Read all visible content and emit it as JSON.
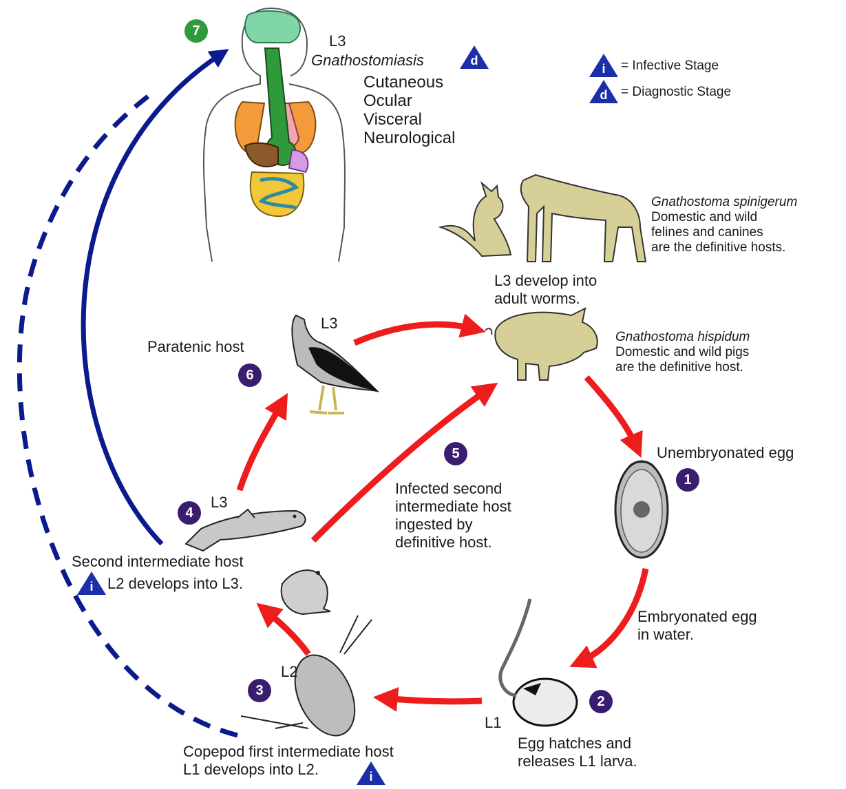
{
  "legend": {
    "infective": {
      "symbol": "i",
      "text": "= Infective Stage"
    },
    "diagnostic": {
      "symbol": "d",
      "text": "= Diagnostic Stage"
    }
  },
  "stages": {
    "s1": {
      "number": "1",
      "label": "Unembryonated egg"
    },
    "s2": {
      "number": "2",
      "line1": "Egg hatches and",
      "line2": "releases L1 larva.",
      "larva": "L1"
    },
    "s3": {
      "number": "3",
      "line1": "Copepod first intermediate host",
      "line2": "L1 develops into L2.",
      "larva": "L2",
      "marker": "i"
    },
    "s4": {
      "number": "4",
      "line1": "Second intermediate host",
      "line2": "L2 develops into L3.",
      "larva": "L3",
      "marker": "i"
    },
    "s5": {
      "number": "5",
      "lines": [
        "Infected second",
        "intermediate host",
        "ingested by",
        "definitive host."
      ]
    },
    "s6": {
      "number": "6",
      "label": "Paratenic host",
      "larva": "L3"
    },
    "s7": {
      "number": "7"
    }
  },
  "human": {
    "larva": "L3",
    "disease": "Gnathostomiasis",
    "marker": "d",
    "forms": [
      "Cutaneous",
      "Ocular",
      "Visceral",
      "Neurological"
    ]
  },
  "definitive": {
    "spinigerum": {
      "species": "Gnathostoma spinigerum",
      "lines": [
        "Domestic and wild",
        "felines and canines",
        "are the definitive hosts."
      ]
    },
    "develop": {
      "line1": "L3 develop into",
      "line2": "adult worms."
    },
    "hispidum": {
      "species": "Gnathostoma hispidum",
      "lines": [
        "Domestic and wild pigs",
        "are the definitive host."
      ]
    }
  },
  "embryonated": {
    "line1": "Embryonated egg",
    "line2": "in water."
  },
  "colors": {
    "red_arrow": "#ee1c1c",
    "blue_arrow": "#0b1a8c",
    "badge_purple": "#3a1d6e",
    "badge_green": "#2f9a3a",
    "marker_blue": "#1c2fa8",
    "animal_tan": "#d6cf98"
  }
}
